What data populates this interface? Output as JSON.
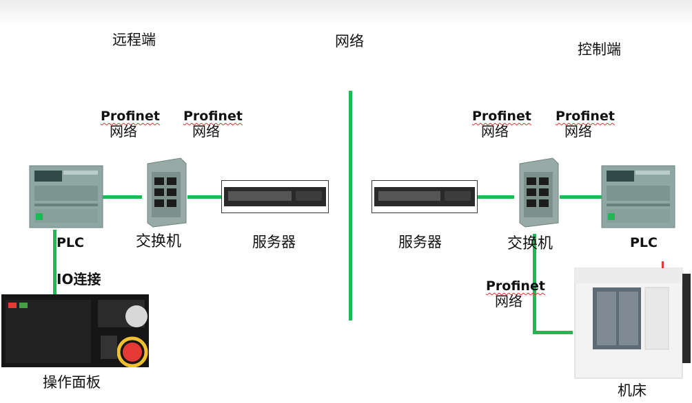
{
  "sections": {
    "remote": "远程端",
    "network": "网络",
    "control": "控制端"
  },
  "remote": {
    "plc_label": "PLC",
    "switch_label": "交换机",
    "server_label": "服务器",
    "io_label": "IO连接",
    "panel_label": "操作面板",
    "profinet1": {
      "p": "Profinet",
      "n": "网络"
    },
    "profinet2": {
      "p": "Profinet",
      "n": "网络"
    }
  },
  "control": {
    "server_label": "服务器",
    "switch_label": "交换机",
    "plc_label": "PLC",
    "machine_label": "机床",
    "profinet1": {
      "p": "Profinet",
      "n": "网络"
    },
    "profinet2": {
      "p": "Profinet",
      "n": "网络"
    },
    "profinet3": {
      "p": "Profinet",
      "n": "网络"
    }
  },
  "colors": {
    "link": "#1db954",
    "device": "#8fa7a2",
    "server": "#2a2a2a"
  },
  "icons": [
    "plc-module-icon",
    "network-switch-icon",
    "rack-server-icon",
    "operator-panel-icon",
    "cnc-machine-icon"
  ]
}
